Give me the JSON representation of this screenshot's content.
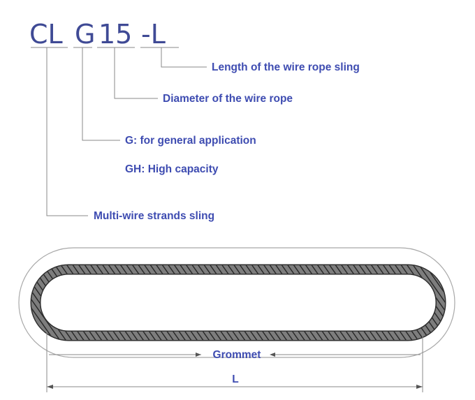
{
  "code": {
    "part_cl": "CL",
    "part_g": "G",
    "part_15": "15",
    "part_l": "-L"
  },
  "labels": {
    "length": "Length of the wire rope sling",
    "diameter": "Diameter of the wire rope",
    "general": "G: for general application",
    "high_capacity": "GH: High capacity",
    "multi_wire": "Multi-wire strands sling"
  },
  "drawing": {
    "grommet": "Grommet",
    "length_symbol": "L"
  },
  "colors": {
    "code": "#3f4a95",
    "label": "#3e4cb1",
    "line": "#8a8a8a",
    "rope": "#2e2e2e"
  }
}
